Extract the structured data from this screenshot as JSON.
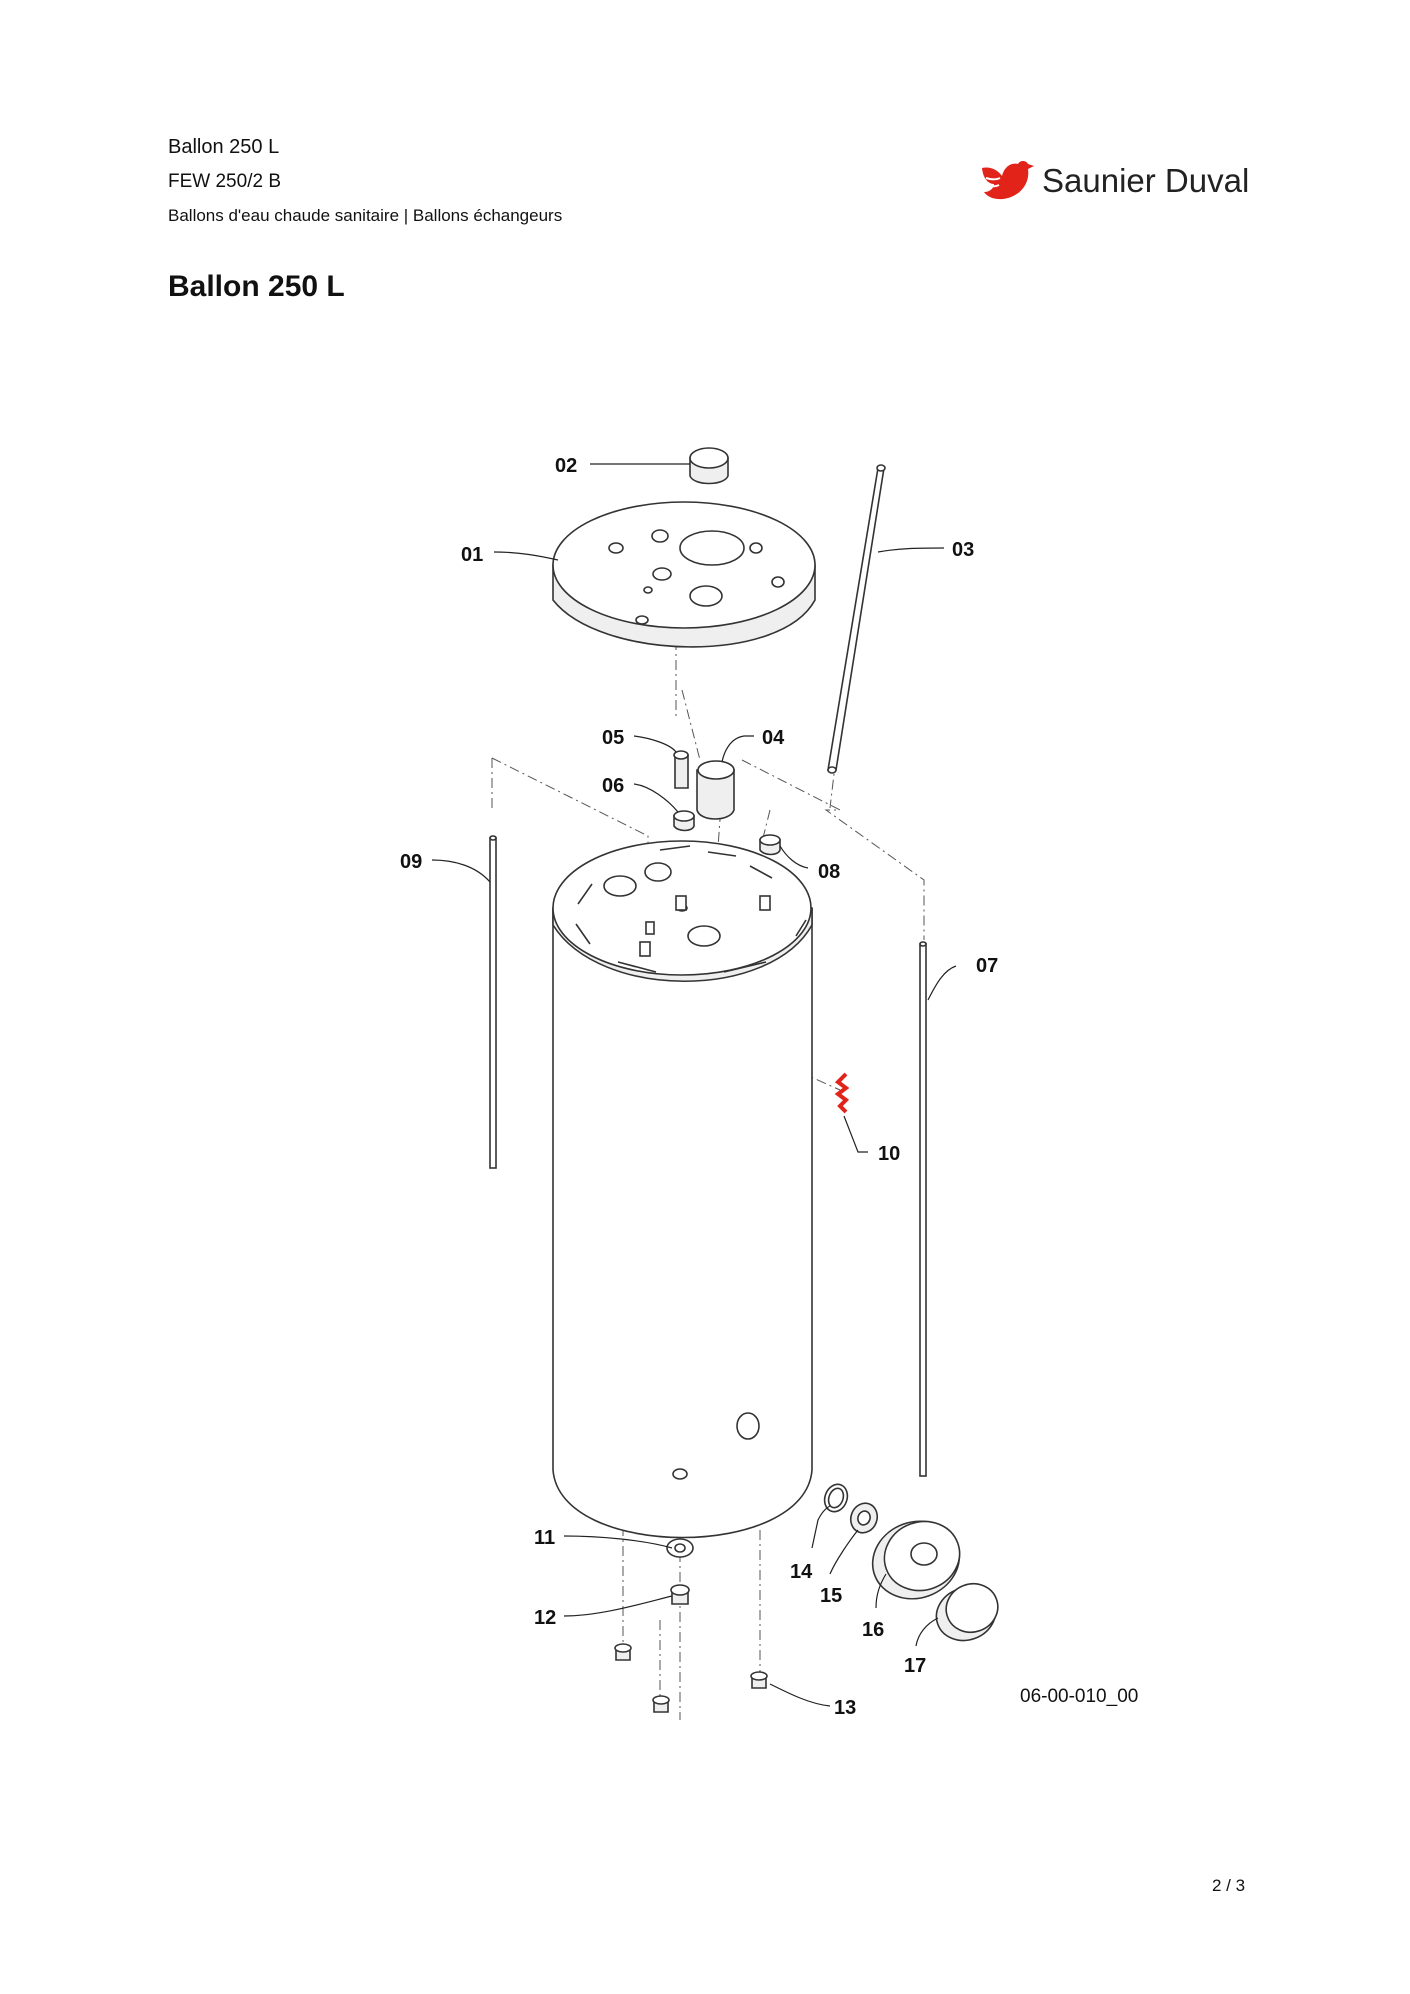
{
  "header": {
    "title": "Ballon 250 L",
    "model": "FEW 250/2 B",
    "category": "Ballons d'eau chaude sanitaire | Ballons échangeurs"
  },
  "brand": {
    "name": "Saunier Duval",
    "color": "#e2231a"
  },
  "page_title": "Ballon 250 L",
  "diagram": {
    "callouts": [
      "01",
      "02",
      "03",
      "04",
      "05",
      "06",
      "07",
      "08",
      "09",
      "10",
      "11",
      "12",
      "13",
      "14",
      "15",
      "16",
      "17"
    ],
    "reference_code": "06-00-010_00"
  },
  "footer": {
    "page_number": "2 / 3"
  }
}
